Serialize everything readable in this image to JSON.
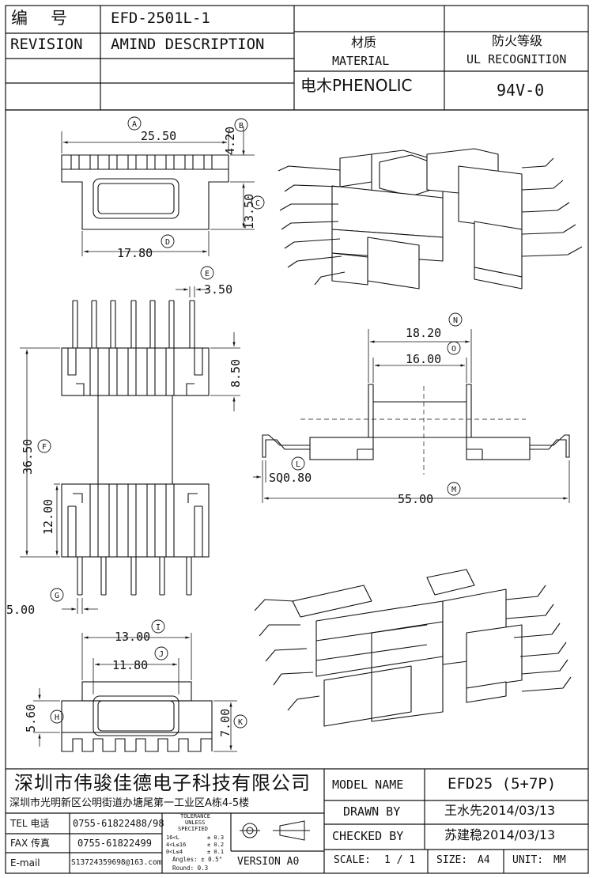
{
  "header": {
    "part_label": "编　号",
    "part_number": "EFD-2501L-1",
    "revision_label": "REVISION",
    "description_label": "AMIND DESCRIPTION",
    "material_cn": "材质",
    "material_en": "MATERIAL",
    "material_value": "电木PHENOLIC",
    "flame_cn": "防火等级",
    "flame_en": "UL RECOGNITION",
    "flame_value": "94V-0"
  },
  "dimensions": {
    "a_value": "25.50",
    "a_tag": "A",
    "b_value": "4.20",
    "b_tag": "B",
    "c_value": "13.50",
    "c_tag": "C",
    "d_value": "17.80",
    "d_tag": "D",
    "e_value": "3.50",
    "e_tag": "E",
    "f_value": "36.50",
    "f_tag": "F",
    "g_value": "5.00",
    "g_tag": "G",
    "h_value": "5.60",
    "h_tag": "H",
    "i_value": "13.00",
    "i_tag": "I",
    "j_value": "11.80",
    "j_tag": "J",
    "k_value": "7.00",
    "k_tag": "K",
    "l_value": "SQ0.80",
    "l_tag": "L",
    "m_value": "55.00",
    "m_tag": "M",
    "n_value": "18.20",
    "n_tag": "N",
    "o_value": "16.00",
    "o_tag": "O",
    "p_value": "8.50",
    "q_value": "12.00"
  },
  "title_block": {
    "company": "深圳市伟骏佳德电子科技有限公司",
    "address": "深圳市光明新区公明街道办塘尾第一工业区A栋4-5楼",
    "tel_label": "TEL 电话",
    "tel_value": "0755-61822488/98",
    "fax_label": "FAX 传真",
    "fax_value": "0755-61822499",
    "email_label": "E-mail",
    "email_value": "S13724359698@163.com",
    "tolerance_title": "TOLERANCE",
    "tolerance_unless": "UNLESS",
    "tolerance_specified": "SPECIFIED",
    "tol_row1_range": "16<L",
    "tol_row1_value": "± 0.3",
    "tol_row2_range": "4<L≤16",
    "tol_row2_value": "± 0.2",
    "tol_row3_range": "0<L≤4",
    "tol_row3_value": "± 0.1",
    "tol_angles": "Angles: ± 0.5°",
    "tol_round": "Round: 0.3",
    "version": "VERSION A0",
    "model_label": "MODEL NAME",
    "model_value": "EFD25 (5+7P)",
    "drawn_label": "DRAWN BY",
    "drawn_value": "王水先2014/03/13",
    "checked_label": "CHECKED BY",
    "checked_value": "苏建稳2014/03/13",
    "scale_label": "SCALE:",
    "scale_value": "1 / 1",
    "size_label": "SIZE:",
    "size_value": "A4",
    "unit_label": "UNIT:",
    "unit_value": "MM"
  }
}
